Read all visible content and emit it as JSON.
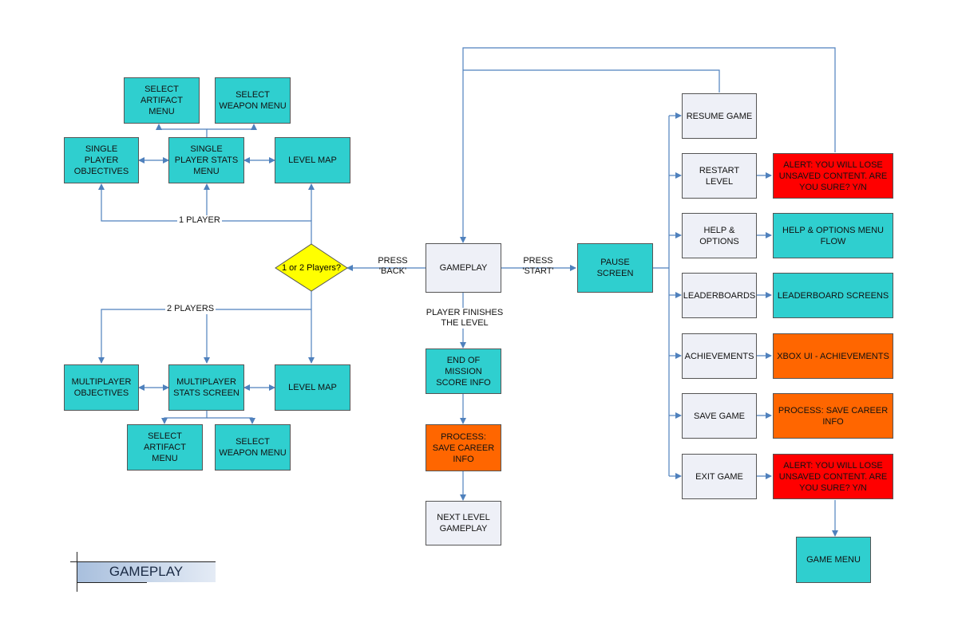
{
  "nodes": {
    "select_artifact_top": "SELECT ARTIFACT MENU",
    "select_weapon_top": "SELECT WEAPON MENU",
    "sp_objectives": "SINGLE PLAYER OBJECTIVES",
    "sp_stats": "SINGLE PLAYER STATS MENU",
    "level_map_top": "LEVEL MAP",
    "decision": "1 or 2 Players?",
    "mp_objectives": "MULTIPLAYER OBJECTIVES",
    "mp_stats": "MULTIPLAYER STATS SCREEN",
    "level_map_bottom": "LEVEL MAP",
    "select_artifact_bottom": "SELECT ARTIFACT MENU",
    "select_weapon_bottom": "SELECT WEAPON MENU",
    "gameplay": "GAMEPLAY",
    "end_mission": "END OF MISSION SCORE INFO",
    "process_save_career_mid": "PROCESS: SAVE CAREER INFO",
    "next_level": "NEXT LEVEL GAMEPLAY",
    "pause_screen": "PAUSE SCREEN",
    "resume_game": "RESUME GAME",
    "restart_level": "RESTART LEVEL",
    "help_options": "HELP & OPTIONS",
    "leaderboards": "LEADERBOARDS",
    "achievements": "ACHIEVEMENTS",
    "save_game": "SAVE GAME",
    "exit_game": "EXIT GAME",
    "alert_restart": "ALERT: YOU WILL LOSE UNSAVED CONTENT.  ARE YOU SURE? Y/N",
    "help_flow": "HELP & OPTIONS MENU FLOW",
    "leaderboard_screens": "LEADERBOARD SCREENS",
    "xbox_achievements": "XBOX UI - ACHIEVEMENTS",
    "process_save_career_right": "PROCESS: SAVE CAREER INFO",
    "alert_exit": "ALERT: YOU WILL LOSE UNSAVED CONTENT.  ARE YOU SURE? Y/N",
    "game_menu": "GAME MENU"
  },
  "edge_labels": {
    "one_player": "1 PLAYER",
    "two_players": "2 PLAYERS",
    "press_back": "PRESS 'BACK'",
    "press_start": "PRESS 'START'",
    "player_finishes": "PLAYER FINISHES THE LEVEL"
  },
  "title": "GAMEPLAY",
  "colors": {
    "teal": "#2fcfcf",
    "light": "#eef0f7",
    "orange": "#ff6600",
    "red": "#ff0000",
    "yellow": "#ffff00",
    "connector": "#4f81bd"
  }
}
